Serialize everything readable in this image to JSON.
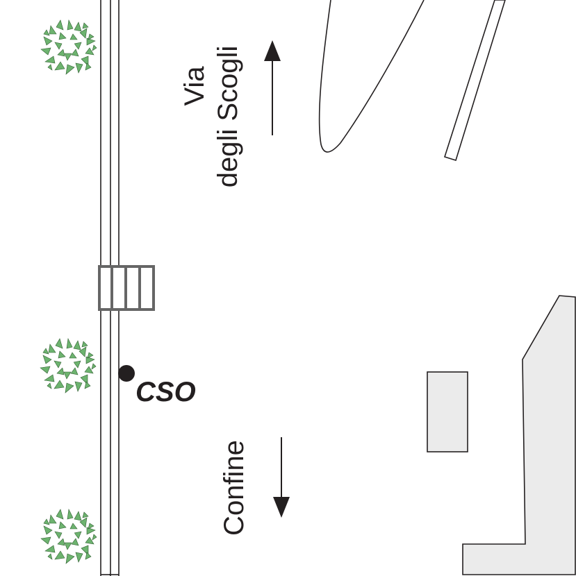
{
  "map": {
    "street_name_line1": "Via",
    "street_name_line2": "degli Scogli",
    "boundary_label": "Confine",
    "point_label": "CSO",
    "colors": {
      "vegetation": "#6db36f",
      "vegetation_outline": "#2f5e30",
      "building_fill": "#ebebeb",
      "grate": "#666666",
      "ink": "#231f20"
    }
  }
}
